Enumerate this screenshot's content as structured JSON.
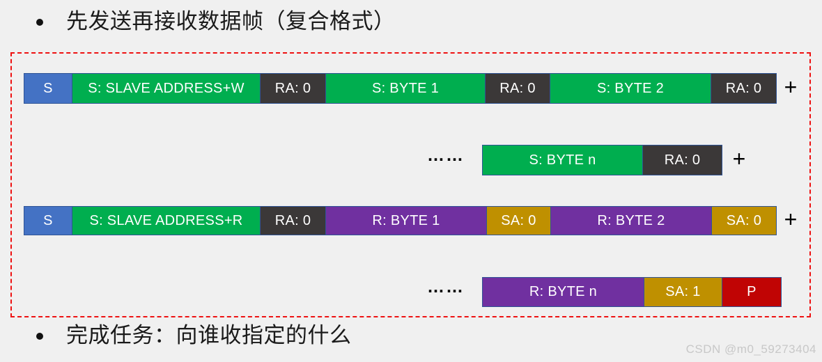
{
  "colors": {
    "page_bg": "#F0F0F0",
    "blue": "#4472C4",
    "green": "#00AE4F",
    "dark": "#3B3838",
    "purple": "#7030A0",
    "gold": "#BF9000",
    "red": "#C00404",
    "cell_border": "#2F5496",
    "frame_border": "#EE1111"
  },
  "bullets": {
    "top": "先发送再接收数据帧（复合格式）",
    "bottom": "完成任务：向谁收指定的什么"
  },
  "watermark": "CSDN @m0_59273404",
  "diagram": {
    "ellipsis": "……",
    "plus": "+",
    "rows": [
      {
        "id": "send-frame-start",
        "cells": [
          {
            "label": "S"
          },
          {
            "label": "S: SLAVE ADDRESS+W"
          },
          {
            "label": "RA: 0"
          },
          {
            "label": "S: BYTE 1"
          },
          {
            "label": "RA: 0"
          },
          {
            "label": "S: BYTE 2"
          },
          {
            "label": "RA: 0"
          }
        ]
      },
      {
        "id": "send-frame-continued",
        "cells": [
          {
            "label": "S: BYTE n"
          },
          {
            "label": "RA: 0"
          }
        ]
      },
      {
        "id": "receive-frame-start",
        "cells": [
          {
            "label": "S"
          },
          {
            "label": "S: SLAVE ADDRESS+R"
          },
          {
            "label": "RA: 0"
          },
          {
            "label": "R: BYTE 1"
          },
          {
            "label": "SA: 0"
          },
          {
            "label": "R: BYTE 2"
          },
          {
            "label": "SA: 0"
          }
        ]
      },
      {
        "id": "receive-frame-end",
        "cells": [
          {
            "label": "R: BYTE n"
          },
          {
            "label": "SA: 1"
          },
          {
            "label": "P"
          }
        ]
      }
    ]
  }
}
